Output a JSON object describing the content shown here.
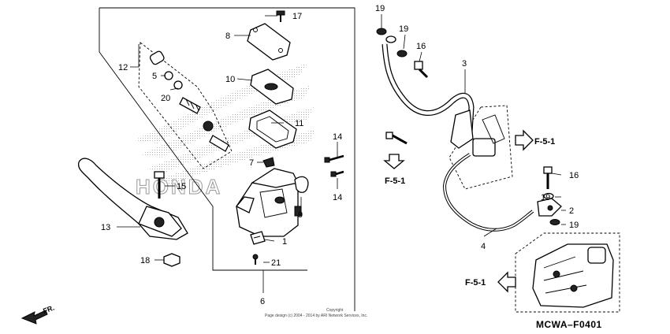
{
  "diagram": {
    "callouts": [
      "1",
      "2",
      "3",
      "4",
      "5",
      "6",
      "7",
      "8",
      "9",
      "10",
      "11",
      "12",
      "13",
      "14",
      "14",
      "15",
      "16",
      "16",
      "17",
      "18",
      "19",
      "19",
      "19",
      "20",
      "21"
    ],
    "refs": [
      "F-5-1",
      "F-5-1",
      "F-5-1"
    ],
    "diagram_code": "MCWA–F0401",
    "watermark": "HONDA",
    "direction_label": "FR.",
    "copyright_line1": "Copyright",
    "copyright_line2": "Page design (c) 2004 - 2014 by ARI Network Services, Inc."
  }
}
